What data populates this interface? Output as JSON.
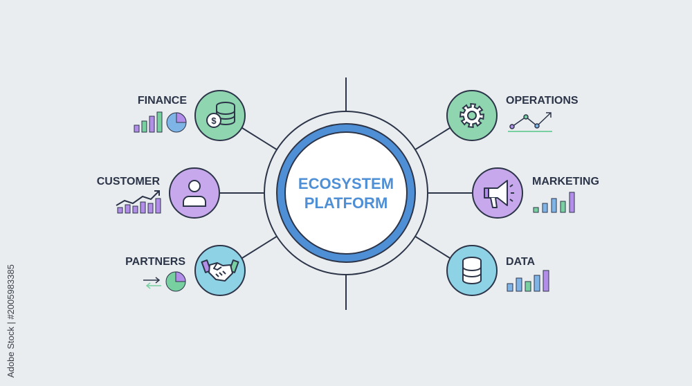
{
  "center": {
    "line1": "ECOSYSTEM",
    "line2": "PLATFORM"
  },
  "nodes": [
    {
      "label": "FINANCE",
      "icon": "coins-icon",
      "fill": "#8fd5b0"
    },
    {
      "label": "CUSTOMER",
      "icon": "user-icon",
      "fill": "#c8a8ec"
    },
    {
      "label": "PARTNERS",
      "icon": "handshake-icon",
      "fill": "#8ed2e6"
    },
    {
      "label": "OPERATIONS",
      "icon": "gear-icon",
      "fill": "#8fd5b0"
    },
    {
      "label": "MARKETING",
      "icon": "megaphone-icon",
      "fill": "#c8a8ec"
    },
    {
      "label": "DATA",
      "icon": "database-icon",
      "fill": "#8ed2e6"
    }
  ],
  "colors": {
    "outline": "#2c3448",
    "ring": "#4e8fd6",
    "purple": "#b28ee8",
    "green": "#78d0a0",
    "blue": "#7fb4e6"
  },
  "watermark": "Adobe Stock | #2005983385"
}
